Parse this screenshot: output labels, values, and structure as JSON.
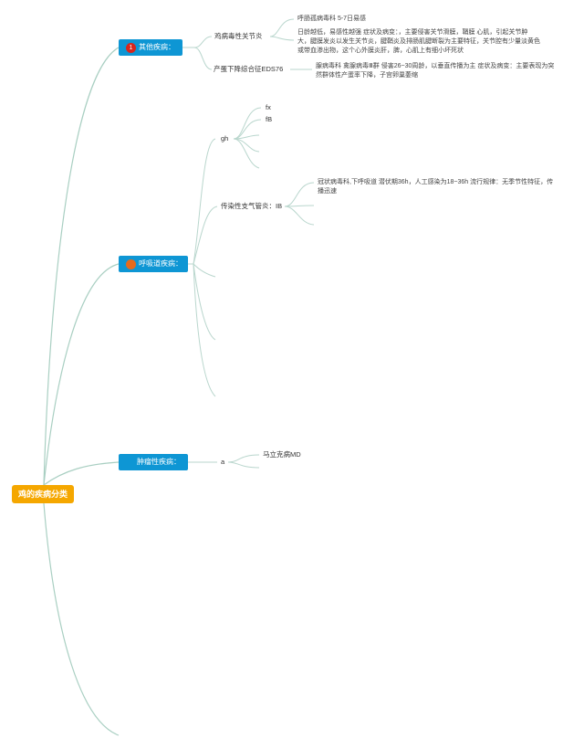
{
  "root": {
    "label": "鸡的疾病分类"
  },
  "branches": [
    {
      "label": "其他疾病：",
      "badge": "1",
      "children": [
        {
          "label": "鸡病毒性关节炎",
          "details": [
            "呼肠孤病毒科 5-7日易感",
            "日龄越低，易感性越强 症状及病变：，主要侵害关节滑膜，鞘膜 心肌，引起关节肿大，腱膜发炎以发生关节炎，腱鞘炎及排肠肌腱断裂为主要特征，关节腔有少量淡黄色或带血渗出物，这个心外膜炎肝，脾，心肌上有细小坏死状"
          ]
        },
        {
          "label": "产蛋下降综合征EDS76",
          "details": [
            "腺病毒科 禽腺病毒Ⅲ群 侵害26~30周龄，以垂直传播为主 症状及病变：主要表现为突然群体性产蛋率下降，子宫卵巢萎缩"
          ]
        }
      ]
    },
    {
      "label": "呼吸道疾病：",
      "badge": "",
      "children": [
        {
          "label": "gh",
          "details": [
            "fx",
            "fB"
          ]
        },
        {
          "label": "传染性支气管炎：IB",
          "details": [
            "冠状病毒科,下呼吸道 潜伏期36h，人工感染为18~36h 流行规律：无季节性特征，传播迅速"
          ]
        }
      ]
    },
    {
      "label": "肿瘤性疾病：",
      "badge": "",
      "children": [
        {
          "label": "a",
          "details": [
            "马立克病MD"
          ]
        }
      ]
    }
  ],
  "colors": {
    "root": "#f5a700",
    "branch": "#0e96d4",
    "edge": "#b9d6cd",
    "badge_red": "#d8261d",
    "badge_orange": "#e66a1c"
  }
}
